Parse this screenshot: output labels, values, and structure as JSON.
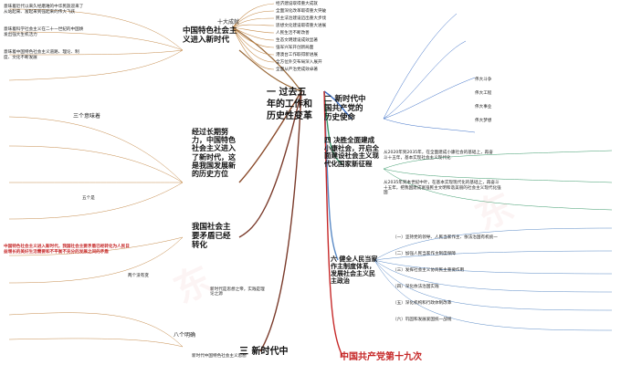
{
  "center": {
    "title": "一 过去五年的工作和历史性变革"
  },
  "left": {
    "ten_major": "十大成就",
    "ten_items": [
      "经济建设取得重大成就",
      "全面深化改革取得重大突破",
      "民主法治建设迈出重大步伐",
      "思想文化建设取得重大进展",
      "人民生活不断改善",
      "生态文明建设成效显著",
      "强军兴军开创新局面",
      "港澳台工作取得新进展",
      "全方位外交布局深入展开",
      "全面从严治党成效卓著"
    ],
    "era_title": "中国特色社会主义进入新时代",
    "era_texts": [
      "意味着近代以来久经磨难的中华民族迎来了从站起来、富起来到强起来的伟大飞跃",
      "意味着科学社会主义在二十一世纪的中国焕发出强大生机活力",
      "意味着中国特色社会主义道路、理论、制度、文化不断发展"
    ],
    "era_q": "经过长期努力，中国特色社会主义进入了新时代，这是我国发展新的历史方位",
    "five_meanings": "三个意味着",
    "five_shi": "五个是",
    "contradiction_title": "我国社会主要矛盾已经转化",
    "contradiction_text": "中国特色社会主义进入新时代，我国社会主要矛盾已经转化为人民日益增长的美好生活需要和不平衡不充分的发展之间的矛盾",
    "two_unchanged": "两个没有变",
    "new_era": "新时代是思想之帝，实践是理论之源",
    "eight_clear": "八个明确",
    "new_thought": "新时代中国特色社会主义思想",
    "section3": "三 新时代中"
  },
  "right": {
    "mission_title": "二 新时代中国共产党的历史使命",
    "struggles": [
      "伟大斗争",
      "伟大工程",
      "伟大事业",
      "伟大梦想"
    ],
    "xiaokang_title": "四 决胜全面建成小康社会，开启全面建设社会主义现代化国家新征程",
    "two_stage": "从2020年到2035年，在全面建成小康社会的基础上，再奋斗十五年，基本实现社会主义现代化",
    "two_stage_b": "从2035年到本世纪中叶，在基本实现现代化的基础上，再奋斗十五年，把我国建成富强民主文明和谐美丽的社会主义现代化强国",
    "democracy_title": "六 健全人民当家作主制度体系，发展社会主义民主政治",
    "democracy_items": [
      "（一）坚持党的领导、人民当家作主、依法治国有机统一",
      "（二）加强人民当家作主制度保障",
      "（三）发挥社会主义协商民主重要作用",
      "（四）深化依法治国实践",
      "（五）深化机构和行政体制改革",
      "（六）巩固和发展爱国统一战线"
    ],
    "party_title": "中国共产党第十九次"
  },
  "watermark": "东"
}
